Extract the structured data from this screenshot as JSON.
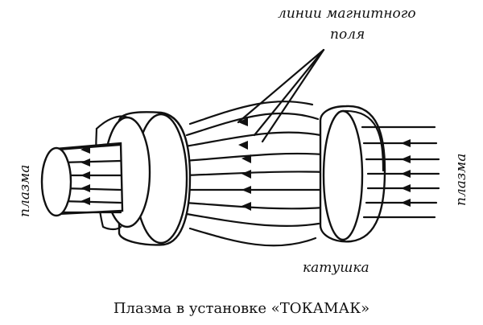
{
  "labels": {
    "field_lines_line1": "линии магнитного",
    "field_lines_line2": "поля",
    "plasma_left": "плазма",
    "plasma_right": "плазма",
    "coil": "катушка"
  },
  "caption": "Плазма в установке «ТОКАМАК»",
  "colors": {
    "ink": "#111111",
    "background": "#ffffff"
  }
}
